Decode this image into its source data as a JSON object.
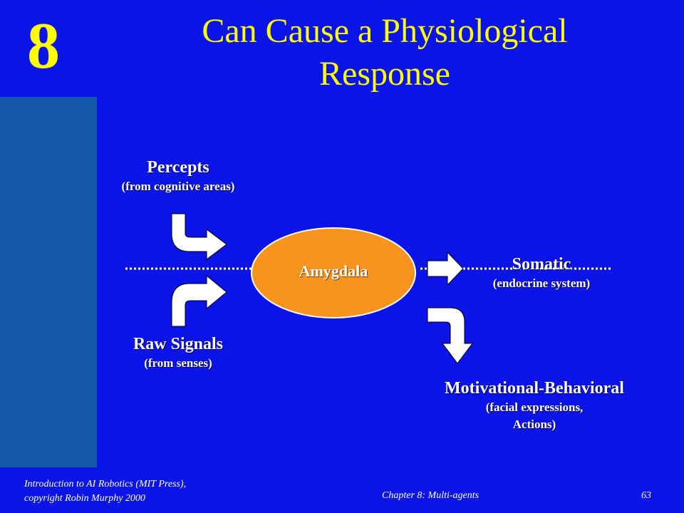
{
  "slide": {
    "chapter_number": "8",
    "title_line1": "Can Cause a Physiological",
    "title_line2": "Response"
  },
  "diagram": {
    "center": "Amygdala",
    "inputs": [
      {
        "main": "Percepts",
        "sub": "(from cognitive areas)"
      },
      {
        "main": "Raw Signals",
        "sub": "(from senses)"
      }
    ],
    "outputs": [
      {
        "main": "Somatic",
        "sub": "(endocrine system)"
      },
      {
        "main": "Motivational-Behavioral",
        "sub1": "(facial expressions,",
        "sub2": "Actions)"
      }
    ],
    "colors": {
      "ellipse": "#f7941d",
      "arrow": "#ffffff",
      "background": "#0a14e6"
    }
  },
  "footer": {
    "credit_line1": "Introduction to AI Robotics (MIT Press),",
    "credit_line2": "copyright Robin Murphy 2000",
    "chapter": "Chapter 8: Multi-agents",
    "page": "63"
  }
}
